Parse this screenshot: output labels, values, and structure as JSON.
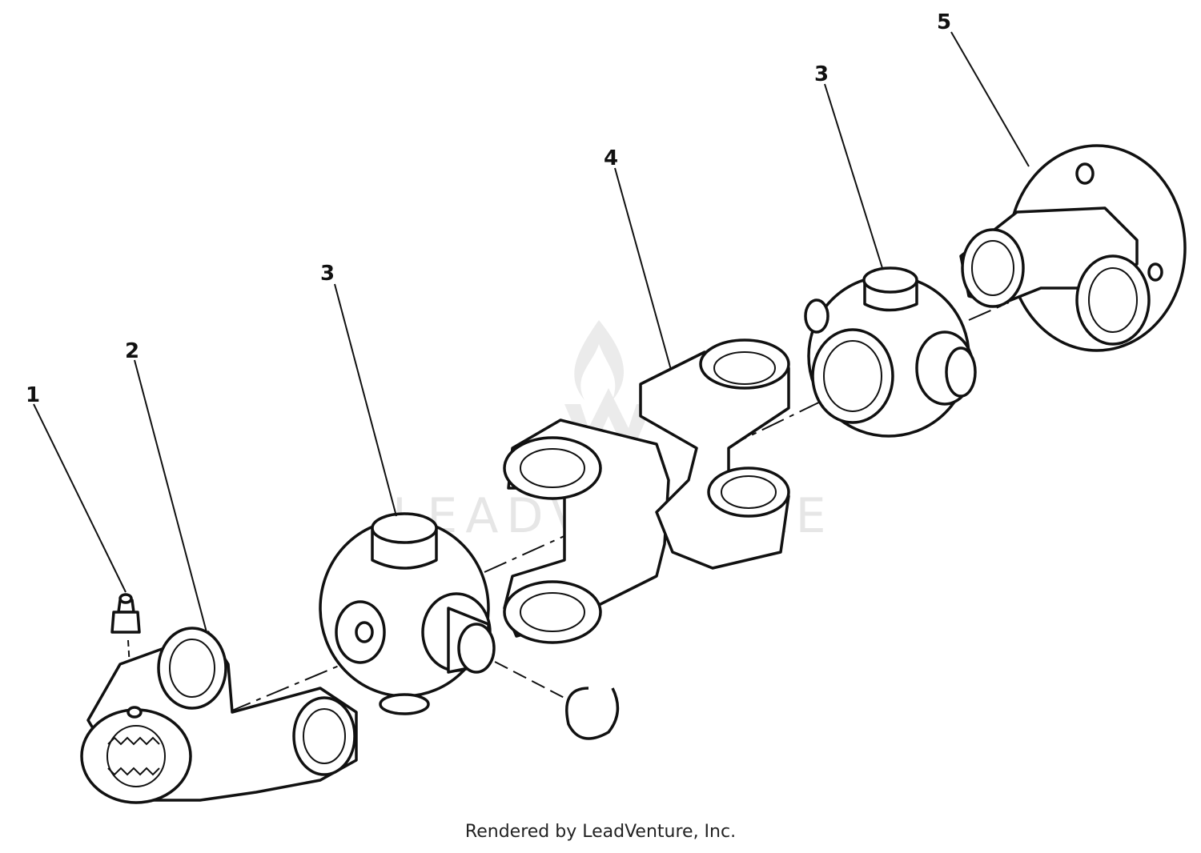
{
  "callouts": [
    {
      "id": "1",
      "label": "1"
    },
    {
      "id": "2",
      "label": "2"
    },
    {
      "id": "3a",
      "label": "3"
    },
    {
      "id": "4",
      "label": "4"
    },
    {
      "id": "3b",
      "label": "3"
    },
    {
      "id": "5",
      "label": "5"
    }
  ],
  "watermark": "LEADVENTURE",
  "footer": "Rendered by LeadVenture, Inc."
}
